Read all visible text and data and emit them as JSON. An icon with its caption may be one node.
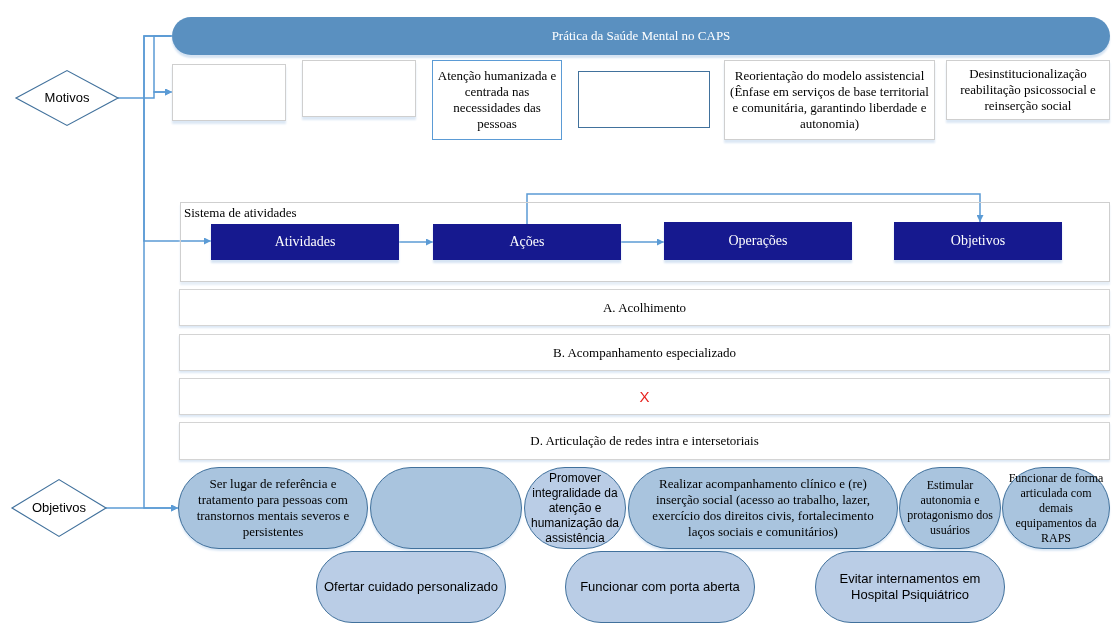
{
  "diagram": {
    "nodes": [
      {
        "text": [
          "Motivos"
        ]
      },
      {
        "text": [
          "Prática da Saúde Mental no CAPS"
        ]
      },
      {
        "text": [],
        "shape": "box"
      },
      {
        "text": [],
        "shape": "box"
      },
      {
        "text": [
          "Atenção humanizada e centrada nas necessidades das pessoas"
        ]
      },
      {
        "text": [],
        "shape": "box"
      },
      {
        "text": [
          "Reorientação do modelo assistencial (Ênfase em serviços de base territorial e comunitária, garantindo liberdade e autonomia)"
        ]
      },
      {
        "text": [
          "Desinstitucionalização reabilitação psicossocial e reinserção social"
        ]
      },
      {
        "text": [
          "Sistema de atividades"
        ]
      },
      {
        "text": [
          "Atividades"
        ],
        "in": 8
      },
      {
        "text": [
          "Ações"
        ],
        "in": 8
      },
      {
        "text": [
          "Operações"
        ],
        "in": 8
      },
      {
        "text": [
          "Objetivos"
        ],
        "in": 8
      },
      {
        "text": [
          "A. Acolhimento"
        ]
      },
      {
        "text": [
          "B. Acompanhamento especializado"
        ]
      },
      {
        "text": [
          "X"
        ]
      },
      {
        "text": [
          "D. Articulação de redes intra e intersetoriais"
        ]
      },
      {
        "text": [
          "Objetivos"
        ]
      },
      {
        "text": [
          "Ser lugar de referência e tratamento para pessoas com transtornos mentais severos e persistentes"
        ]
      },
      {
        "text": [],
        "shape": "box"
      },
      {
        "text": [
          "Promover integralidade da atenção e humanização da assistência"
        ]
      },
      {
        "text": [
          "Realizar acompanhamento clínico e (re) inserção social (acesso ao trabalho, lazer, exercício dos direitos civis, fortalecimento laços sociais e comunitários)"
        ]
      },
      {
        "text": [
          "Estimular autonomia e protagonismo dos usuários"
        ]
      },
      {
        "text": [
          "Funcionar de forma articulada com demais equipamentos da RAPS"
        ]
      },
      {
        "text": [
          "Ofertar cuidado personalizado"
        ]
      },
      {
        "text": [
          "Funcionar com porta aberta"
        ]
      },
      {
        "text": [
          "Evitar internamentos em Hospital Psiquiátrico"
        ]
      }
    ],
    "edges": [
      {
        "from": 0,
        "to": 2,
        "arrow": "to"
      },
      {
        "from": 1,
        "to": 2,
        "arrow": "to"
      },
      {
        "from": 1,
        "to": 9,
        "arrow": "to"
      },
      {
        "from": 1,
        "to": 18,
        "arrow": "to"
      },
      {
        "from": 17,
        "to": 18,
        "arrow": "to"
      },
      {
        "from": 9,
        "to": 10,
        "arrow": "to"
      },
      {
        "from": 10,
        "to": 11,
        "arrow": "to"
      },
      {
        "from": 10,
        "to": 12,
        "arrow": "to"
      }
    ]
  }
}
